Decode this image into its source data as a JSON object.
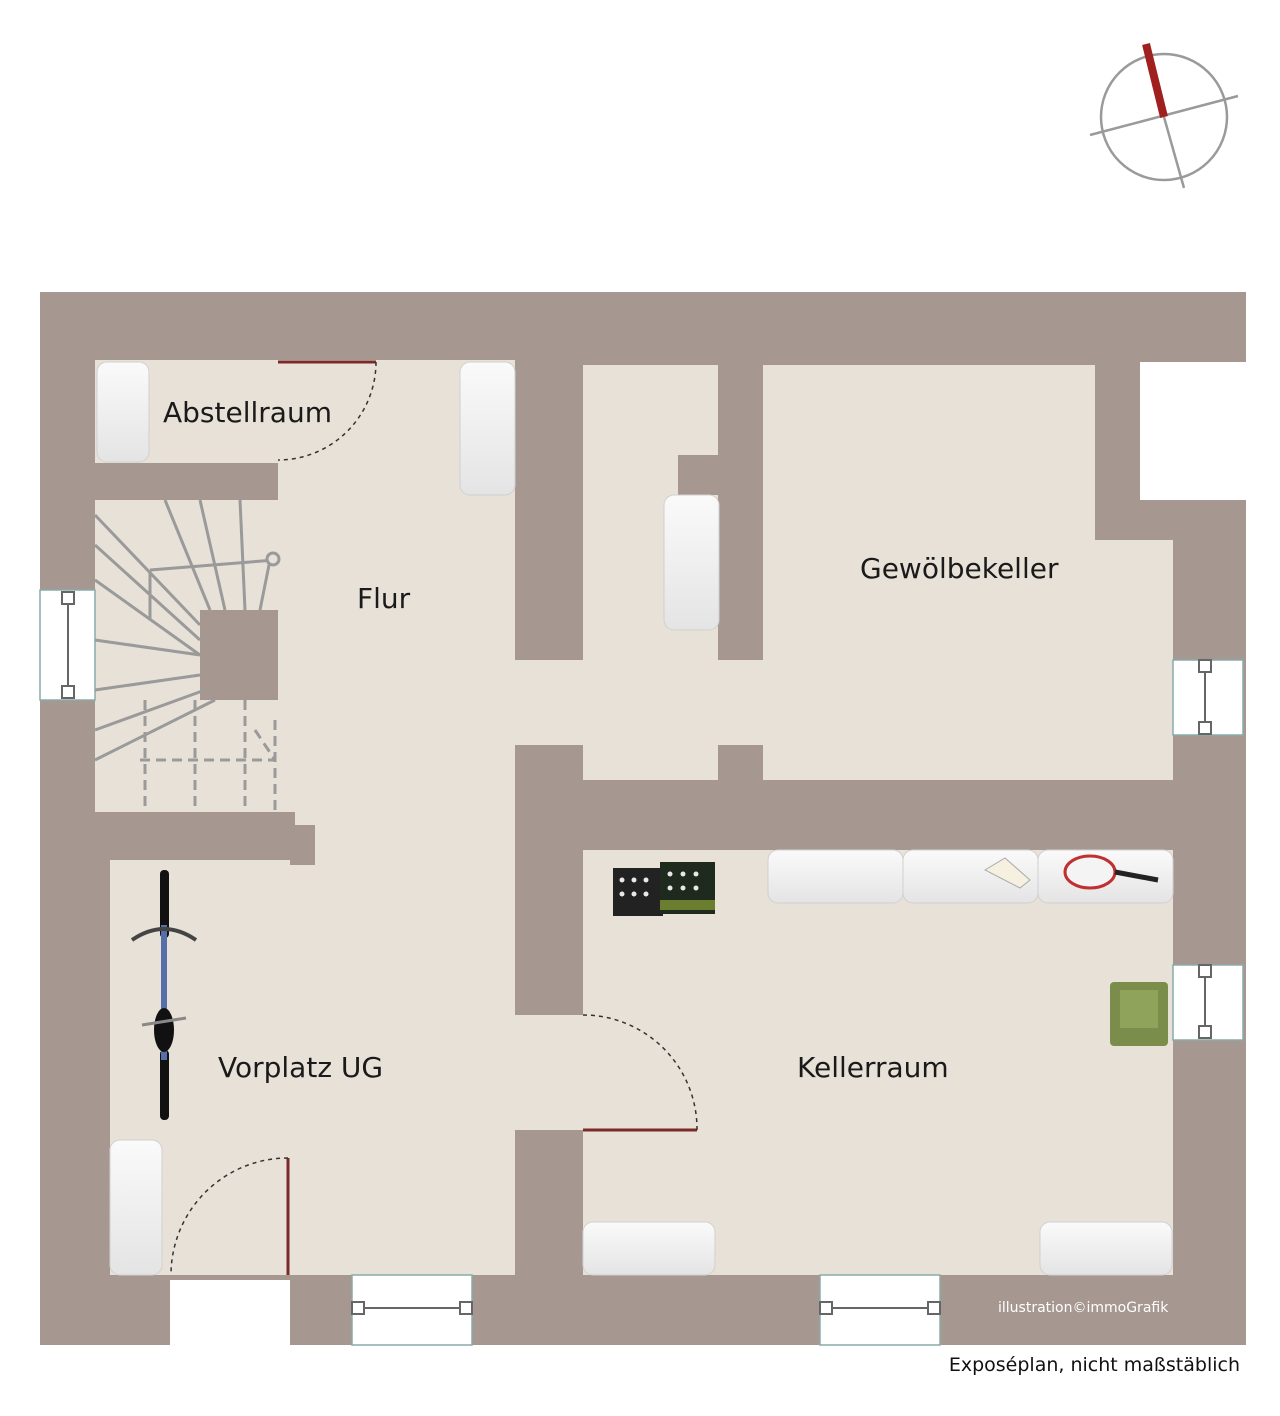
{
  "rooms": {
    "abstellraum": "Abstellraum",
    "flur": "Flur",
    "gewoelbekeller": "Gewölbekeller",
    "vorplatz": "Vorplatz UG",
    "kellerraum": "Kellerraum"
  },
  "credit": "illustration©immoGrafik",
  "disclaimer": "Exposéplan, nicht maßstäblich",
  "colors": {
    "wall": "#a69890",
    "floor": "#e8e1d8",
    "door_leaf": "#7a2a2a",
    "compass_needle": "#a02020"
  },
  "icons": [
    "compass-icon",
    "bicycle-icon",
    "bottle-crate-icon",
    "tennis-racket-icon",
    "chair-icon"
  ]
}
